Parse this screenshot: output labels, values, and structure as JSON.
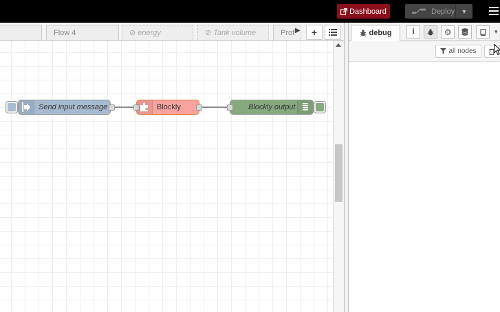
{
  "header": {
    "dashboard_label": "Dashboard",
    "deploy_label": "Deploy"
  },
  "tabs": [
    {
      "label": "Flow 4"
    },
    {
      "label": "energy"
    },
    {
      "label": "Tank volume"
    },
    {
      "label": "Profi"
    }
  ],
  "flow": {
    "inject_node": {
      "label": "Send input message",
      "color": "#a6bbcf"
    },
    "function_node": {
      "label": "Blockly",
      "color": "#f8a3a0"
    },
    "debug_node": {
      "label": "Blockly output",
      "color": "#87a980"
    }
  },
  "sidebar": {
    "active_tab_label": "debug",
    "filter_label": "all nodes"
  },
  "colors": {
    "header_bg": "#000000",
    "dashboard_btn": "#8c101c",
    "deploy_btn": "#444444"
  }
}
